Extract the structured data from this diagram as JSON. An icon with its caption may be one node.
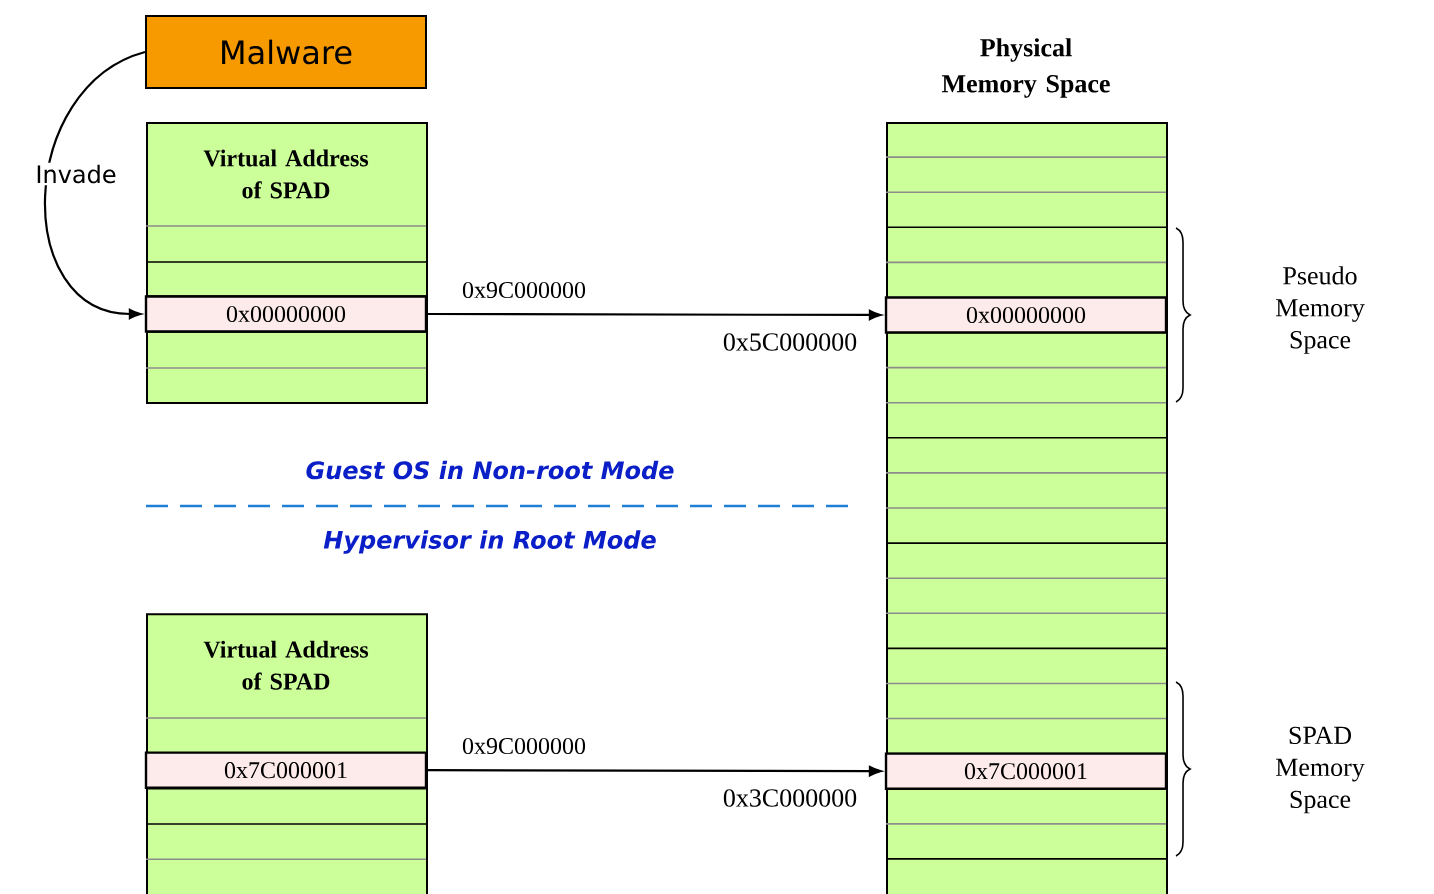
{
  "diagram": {
    "nodes": [
      {
        "text": [
          "Malware"
        ]
      },
      {
        "text": [
          "Virtual Address of SPAD"
        ]
      },
      {
        "text": [
          "0x00000000"
        ],
        "in": 1
      },
      {
        "text": [
          "Physical Memory Space"
        ]
      },
      {
        "text": [
          "0x00000000"
        ],
        "in": 3
      },
      {
        "text": [
          "Virtual Address of SPAD"
        ]
      },
      {
        "text": [
          "0x7C000001"
        ],
        "in": 5
      },
      {
        "text": [
          "0x7C000001"
        ],
        "in": 3
      }
    ],
    "edges": [
      {
        "from": 0,
        "to": 2,
        "arrow": "to",
        "label": "Invade"
      },
      {
        "from": 2,
        "to": 4,
        "arrow": "to",
        "label": "0x9C000000"
      },
      {
        "from": 6,
        "to": 7,
        "arrow": "to",
        "label": "0x9C000000"
      }
    ],
    "labels": [
      "Pseudo Memory Space",
      "0x5C000000",
      "Guest OS in Non-root Mode",
      "Hypervisor in Root Mode",
      "SPAD Memory Space",
      "0x3C000000"
    ]
  }
}
